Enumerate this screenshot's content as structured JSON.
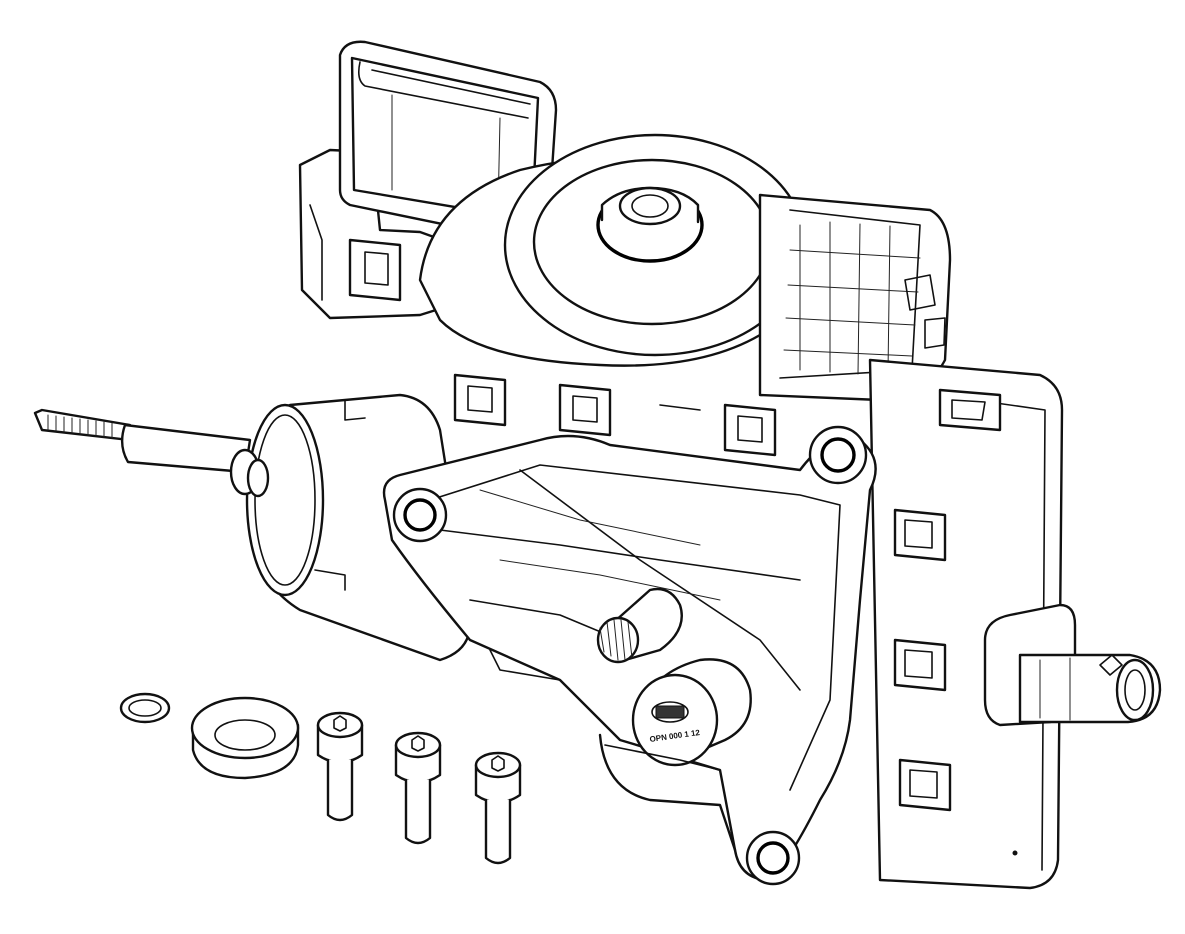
{
  "figure": {
    "subject": "clutch-actuator-assembly-line-drawing",
    "stamp_text": "OPN 000 1 12"
  },
  "parts": {
    "fasteners_count": 3,
    "loose_items": [
      "o-ring",
      "seal-ring",
      "cap-screw",
      "cap-screw",
      "cap-screw"
    ]
  },
  "colors": {
    "line": "#111111",
    "fill": "#ffffff"
  }
}
